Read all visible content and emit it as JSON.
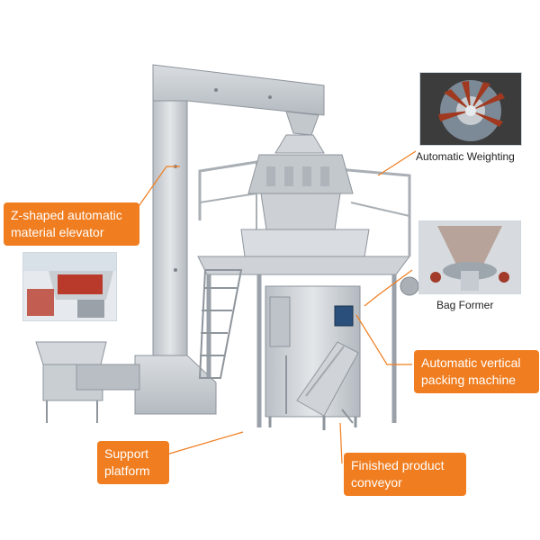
{
  "labels": {
    "elevator": "Z-shaped automatic\nmaterial elevator",
    "support": "Support\nplatform",
    "conveyor": "Finished product\nconveyor",
    "packing": "Automatic vertical\npacking machine"
  },
  "captions": {
    "weighting": "Automatic Weighting",
    "bag_former": "Bag Former"
  },
  "colors": {
    "accent": "#f07d1f",
    "steel": "#c9ced3",
    "steel_dark": "#9aa1a8"
  }
}
